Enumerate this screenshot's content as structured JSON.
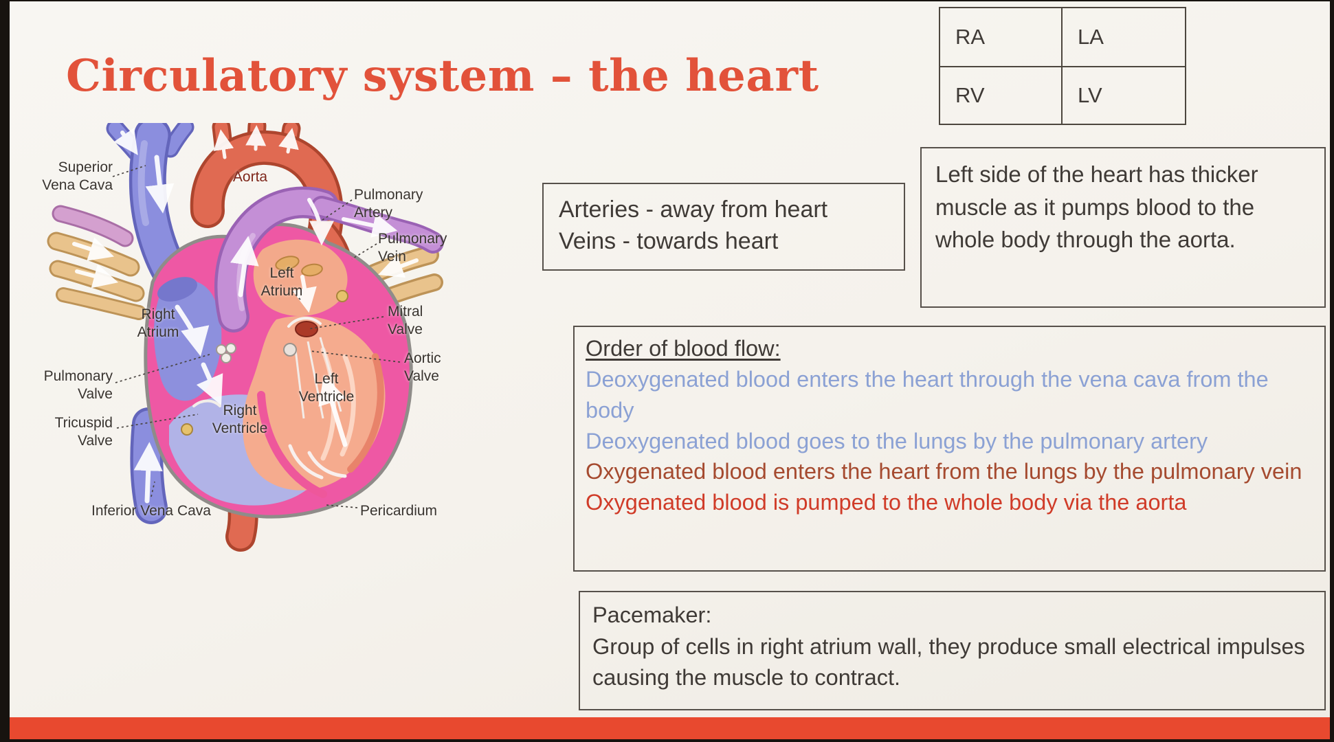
{
  "title": "Circulatory system – the heart",
  "accent_color": "#e2523a",
  "bottom_bar_color": "#e8492f",
  "chamber_table": {
    "cells": [
      "RA",
      "LA",
      "RV",
      "LV"
    ]
  },
  "arteries_box": {
    "line1": "Arteries - away from heart",
    "line2": "Veins - towards heart"
  },
  "left_side_box": {
    "text": "Left side of the heart has thicker muscle as it pumps blood to the whole body through the aorta."
  },
  "blood_flow_box": {
    "heading": "Order of blood flow:",
    "steps": [
      {
        "text": "Deoxygenated blood enters the heart through the vena cava from the body",
        "color": "#8ba1d4"
      },
      {
        "text": "Deoxygenated blood goes to the lungs by the pulmonary artery",
        "color": "#8ba1d4"
      },
      {
        "text": "Oxygenated blood enters the heart from the lungs by the pulmonary vein",
        "color": "#a54a2f"
      },
      {
        "text": "Oxygenated blood is pumped to the whole body via the aorta",
        "color": "#d03b28"
      }
    ]
  },
  "pacemaker_box": {
    "heading": "Pacemaker:",
    "text": "Group of cells in right atrium wall, they produce small electrical impulses causing the muscle to contract."
  },
  "diagram": {
    "labels": {
      "superior_vena_cava": "Superior\nVena Cava",
      "aorta": "Aorta",
      "pulmonary_artery": "Pulmonary\nArtery",
      "pulmonary_vein": "Pulmonary\nVein",
      "left_atrium": "Left\nAtrium",
      "mitral_valve": "Mitral\nValve",
      "right_atrium": "Right\nAtrium",
      "aortic_valve": "Aortic\nValve",
      "left_ventricle": "Left\nVentricle",
      "pulmonary_valve": "Pulmonary\nValve",
      "right_ventricle": "Right\nVentricle",
      "tricuspid_valve": "Tricuspid\nValve",
      "inferior_vena_cava": "Inferior Vena Cava",
      "pericardium": "Pericardium"
    }
  }
}
